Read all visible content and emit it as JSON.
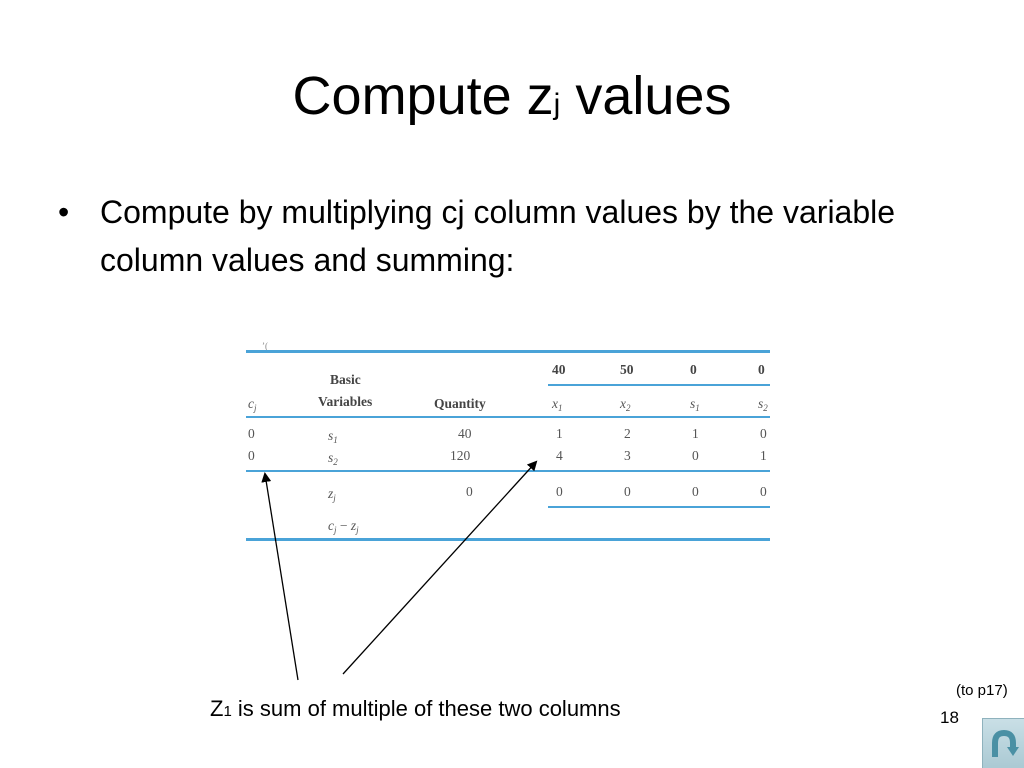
{
  "slide": {
    "title_main": "Compute z",
    "title_sub": "j",
    "title_rest": " values",
    "bullet_marker": "•",
    "bullet_text": "Compute by multiplying cj column values by the variable column values and summing:"
  },
  "table": {
    "fragment": "ʼ(",
    "header_basic": "Basic",
    "header_variables": "Variables",
    "header_quantity": "Quantity",
    "cj_label": {
      "main": "c",
      "sub": "j"
    },
    "objective_values": [
      "40",
      "50",
      "0",
      "0"
    ],
    "variables": [
      {
        "main": "x",
        "sub": "1"
      },
      {
        "main": "x",
        "sub": "2"
      },
      {
        "main": "s",
        "sub": "1"
      },
      {
        "main": "s",
        "sub": "2"
      }
    ],
    "rows": [
      {
        "cj": "0",
        "basic": {
          "main": "s",
          "sub": "1"
        },
        "quantity": "40",
        "values": [
          "1",
          "2",
          "1",
          "0"
        ]
      },
      {
        "cj": "0",
        "basic": {
          "main": "s",
          "sub": "2"
        },
        "quantity": "120",
        "values": [
          "4",
          "3",
          "0",
          "1"
        ]
      }
    ],
    "zj_label": {
      "main": "z",
      "sub": "j"
    },
    "zj_quantity": "0",
    "zj_values": [
      "0",
      "0",
      "0",
      "0"
    ],
    "cj_minus_zj_label": {
      "c": "c",
      "c_sub": "j",
      "minus": " − ",
      "z": "z",
      "z_sub": "j"
    }
  },
  "annotation": {
    "callout_main": "Z",
    "callout_sub": "1",
    "callout_rest": " is sum of multiple of these two columns"
  },
  "footer": {
    "reference": "(to p17)",
    "page_number": "18"
  },
  "controls": {
    "return_icon": "u-turn-return-icon",
    "icon_color": "#4a90a4",
    "button_color": "#b7d3dc"
  },
  "colors": {
    "table_rule": "#4aa3d8"
  }
}
